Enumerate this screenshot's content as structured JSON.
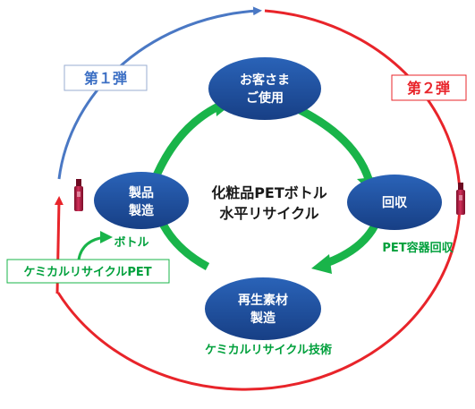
{
  "center": {
    "line1": "化粧品PETボトル",
    "line2": "水平リサイクル"
  },
  "nodes": {
    "customer": {
      "line1": "お客さま",
      "line2": "ご使用"
    },
    "collect": {
      "line1": "回収"
    },
    "remake": {
      "line1": "再生素材",
      "line2": "製造"
    },
    "product": {
      "line1": "製品",
      "line2": "製造"
    }
  },
  "labels": {
    "phase1": "第１弾",
    "phase2": "第２弾",
    "pet_collect": "PET容器回収",
    "chem_tech": "ケミカルリサイクル技術",
    "bottle": "ボトル",
    "chem_pet": "ケミカルリサイクルPET"
  },
  "colors": {
    "ellipse": "#1e4f9c",
    "green": "#00a03c",
    "red": "#e8242a",
    "blue": "#4a78c4",
    "bottle": "#b0183e"
  },
  "icons": {
    "bottle_left": "cosmetic-bottle-icon",
    "bottle_right": "cosmetic-bottle-icon"
  }
}
